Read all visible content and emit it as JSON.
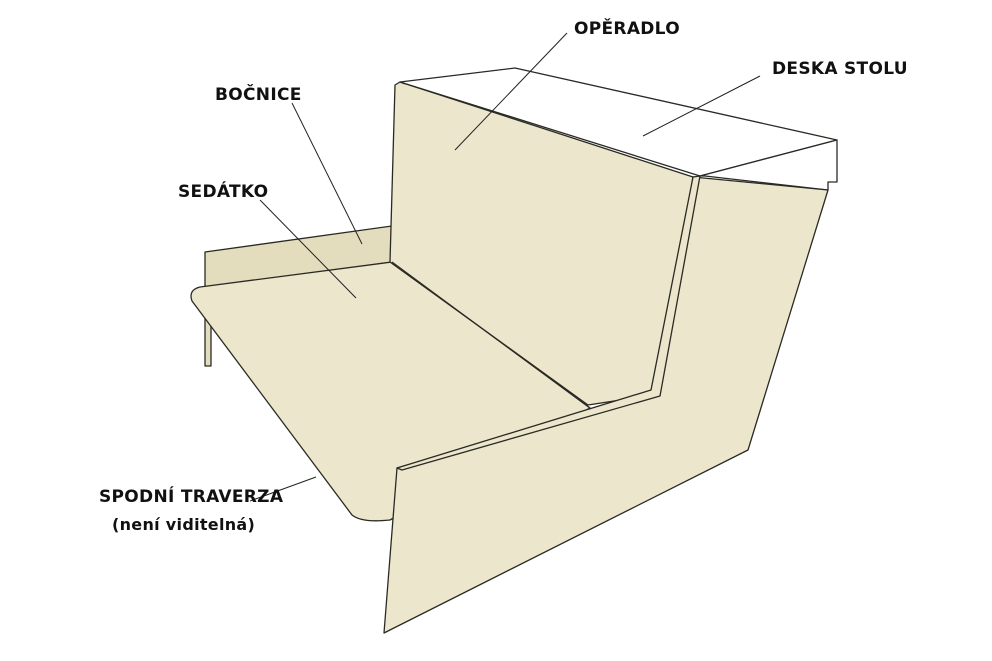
{
  "labels": {
    "operadlo": "OPĚRADLO",
    "deska_stolu": "DESKA STOLU",
    "bocnice": "BOČNICE",
    "sedatko": "SEDÁTKO",
    "spodni_traverza": "SPODNÍ TRAVERZA",
    "spodni_traverza_note": "(není viditelná)"
  },
  "colors": {
    "wood": "#ece6cc",
    "wood_shade": "#e3dcbd",
    "tabletop": "#ffffff",
    "outline": "#2a2a24",
    "text": "#111111"
  }
}
